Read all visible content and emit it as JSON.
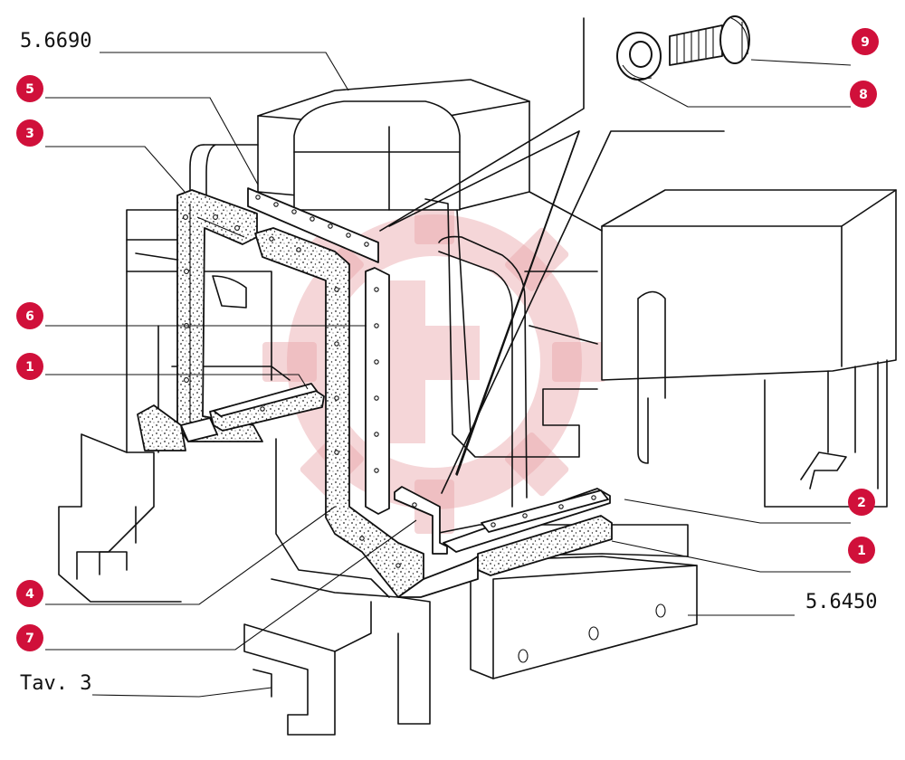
{
  "labels": {
    "assembly_top": "5.6690",
    "assembly_bottom": "5.6450",
    "table_ref": "Tav. 3"
  },
  "callouts": [
    {
      "id": "c9",
      "number": "9",
      "part": "screw"
    },
    {
      "id": "c8",
      "number": "8",
      "part": "washer"
    },
    {
      "id": "c5",
      "number": "5",
      "part": "perforated-strip-top"
    },
    {
      "id": "c3",
      "number": "3",
      "part": "gasket-left-frame"
    },
    {
      "id": "c6",
      "number": "6",
      "part": "perforated-strip-right"
    },
    {
      "id": "c1a",
      "number": "1",
      "part": "gasket-left-lower"
    },
    {
      "id": "c2",
      "number": "2",
      "part": "perforated-strip-bottom"
    },
    {
      "id": "c1b",
      "number": "1",
      "part": "gasket-bottom-right"
    },
    {
      "id": "c4",
      "number": "4",
      "part": "gasket-right-frame"
    },
    {
      "id": "c7",
      "number": "7",
      "part": "bracket-strip"
    }
  ],
  "colors": {
    "callout": "#d0103a",
    "line": "#111111",
    "watermark": "#e8a3a8"
  }
}
